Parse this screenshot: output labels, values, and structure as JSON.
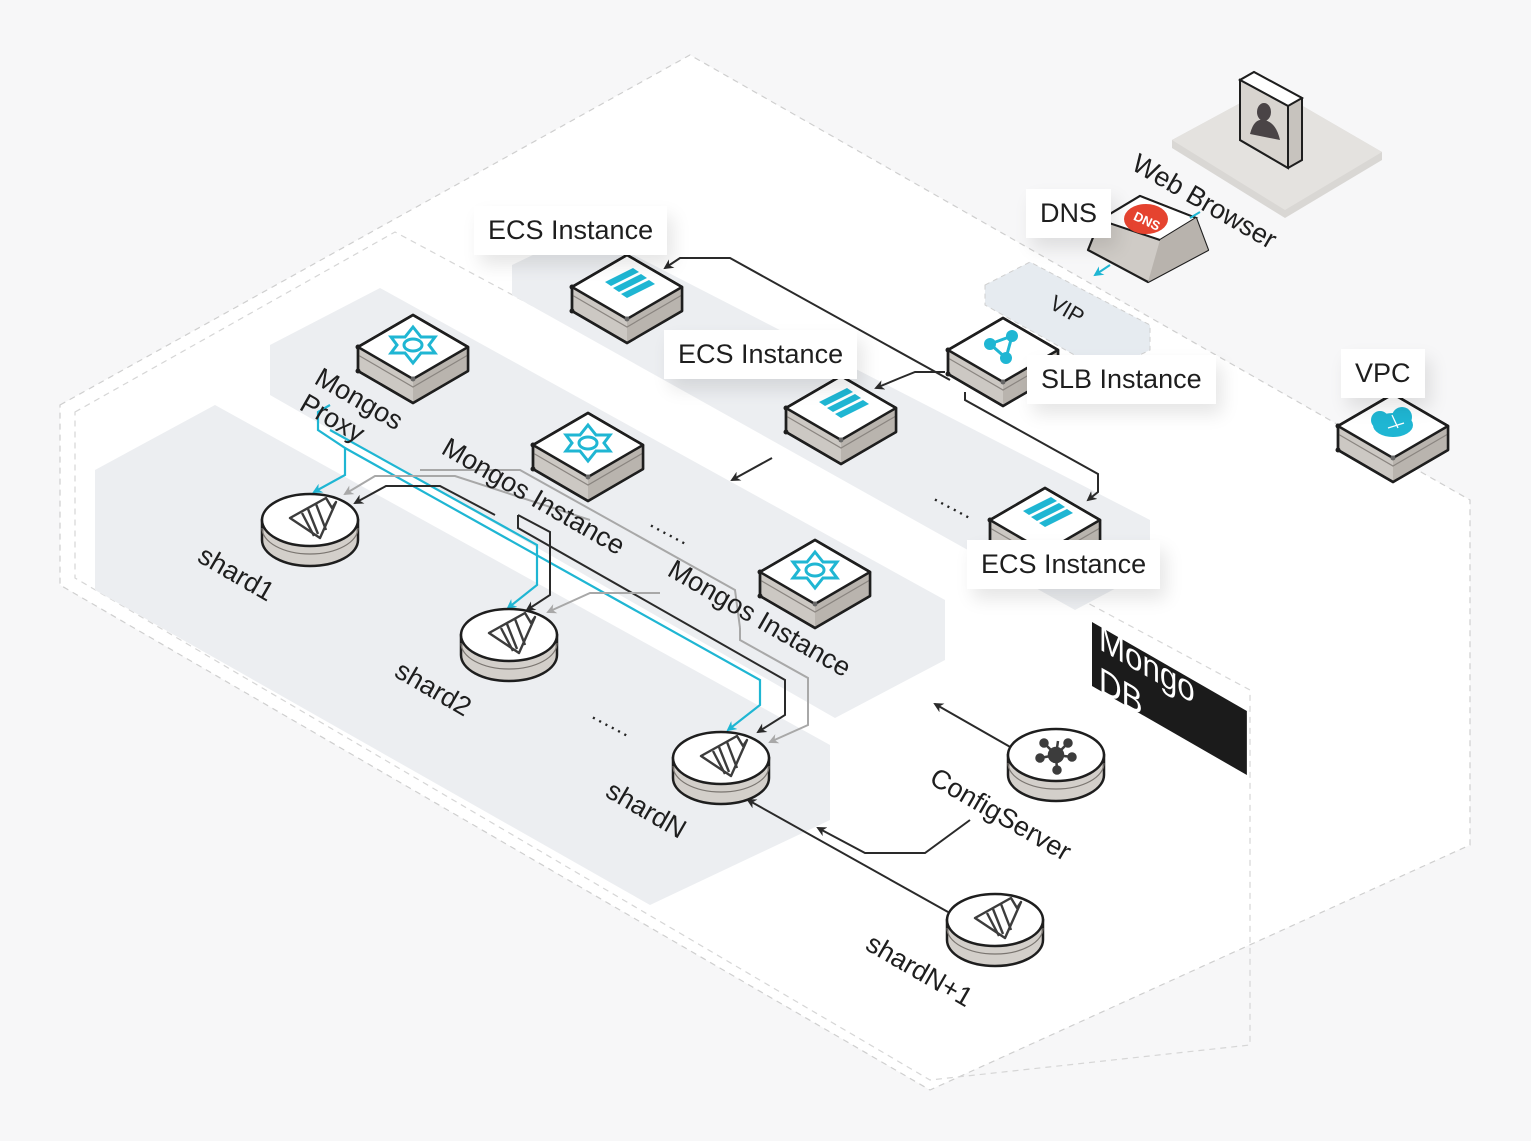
{
  "diagram": {
    "title": "Mongo DB",
    "colors": {
      "accent": "#1fb6d3",
      "dns_red": "#e5432f",
      "line_dark": "#2a2a2a",
      "line_grey": "#a8a8a8",
      "zone_fill": "#eceef1",
      "banner": "#1b1b1b"
    },
    "labels": {
      "web_browser": "Web Browser",
      "dns": "DNS",
      "vip": "VIP",
      "slb": "SLB Instance",
      "vpc": "VPC",
      "ecs_1": "ECS Instance",
      "ecs_2": "ECS Instance",
      "ecs_3": "ECS Instance",
      "mongos_proxy_line1": "Mongos",
      "mongos_proxy_line2": "Proxy",
      "mongos_instance_1": "Mongos Instance",
      "mongos_instance_2": "Mongos Instance",
      "shard1": "shard1",
      "shard2": "shard2",
      "shardN": "shardN",
      "shardN1": "shardN+1",
      "config_server": "ConfigServer",
      "mongo_db": "Mongo DB",
      "ellipsis": "......"
    },
    "nodes": [
      {
        "id": "web-browser",
        "icon": "user-icon"
      },
      {
        "id": "dns",
        "icon": "dns-icon"
      },
      {
        "id": "slb",
        "icon": "load-balancer-icon"
      },
      {
        "id": "vpc",
        "icon": "cloud-icon"
      },
      {
        "id": "ecs-1",
        "icon": "server-icon"
      },
      {
        "id": "ecs-2",
        "icon": "server-icon"
      },
      {
        "id": "ecs-3",
        "icon": "server-icon"
      },
      {
        "id": "mongos-proxy",
        "icon": "mongos-icon"
      },
      {
        "id": "mongos-instance-1",
        "icon": "mongos-icon"
      },
      {
        "id": "mongos-instance-2",
        "icon": "mongos-icon"
      },
      {
        "id": "shard1",
        "icon": "shard-icon"
      },
      {
        "id": "shard2",
        "icon": "shard-icon"
      },
      {
        "id": "shardN",
        "icon": "shard-icon"
      },
      {
        "id": "shardN1",
        "icon": "shard-icon"
      },
      {
        "id": "config-server",
        "icon": "hub-icon"
      }
    ],
    "edges": [
      {
        "from": "web-browser",
        "to": "dns",
        "style": "accent"
      },
      {
        "from": "dns",
        "to": "vip",
        "style": "accent"
      },
      {
        "from": "slb",
        "to": "ecs-1",
        "style": "dark"
      },
      {
        "from": "slb",
        "to": "ecs-2",
        "style": "dark"
      },
      {
        "from": "slb",
        "to": "ecs-3",
        "style": "dark"
      },
      {
        "from": "mongos-proxy",
        "to": "shard1",
        "style": "accent"
      },
      {
        "from": "mongos-proxy",
        "to": "shard2",
        "style": "accent"
      },
      {
        "from": "mongos-proxy",
        "to": "shardN",
        "style": "accent"
      },
      {
        "from": "mongos-instance-1",
        "to": "shard1",
        "style": "dark"
      },
      {
        "from": "mongos-instance-1",
        "to": "shard2",
        "style": "dark"
      },
      {
        "from": "mongos-instance-1",
        "to": "shardN",
        "style": "dark"
      },
      {
        "from": "mongos-instance-2",
        "to": "shard1",
        "style": "grey"
      },
      {
        "from": "mongos-instance-2",
        "to": "shard2",
        "style": "grey"
      },
      {
        "from": "mongos-instance-2",
        "to": "shardN",
        "style": "grey"
      },
      {
        "from": "config-server",
        "to": "mongos-zone",
        "style": "dark"
      },
      {
        "from": "config-server",
        "to": "shard-zone",
        "style": "dark"
      },
      {
        "from": "shardN1",
        "to": "shardN",
        "style": "dark"
      }
    ]
  }
}
